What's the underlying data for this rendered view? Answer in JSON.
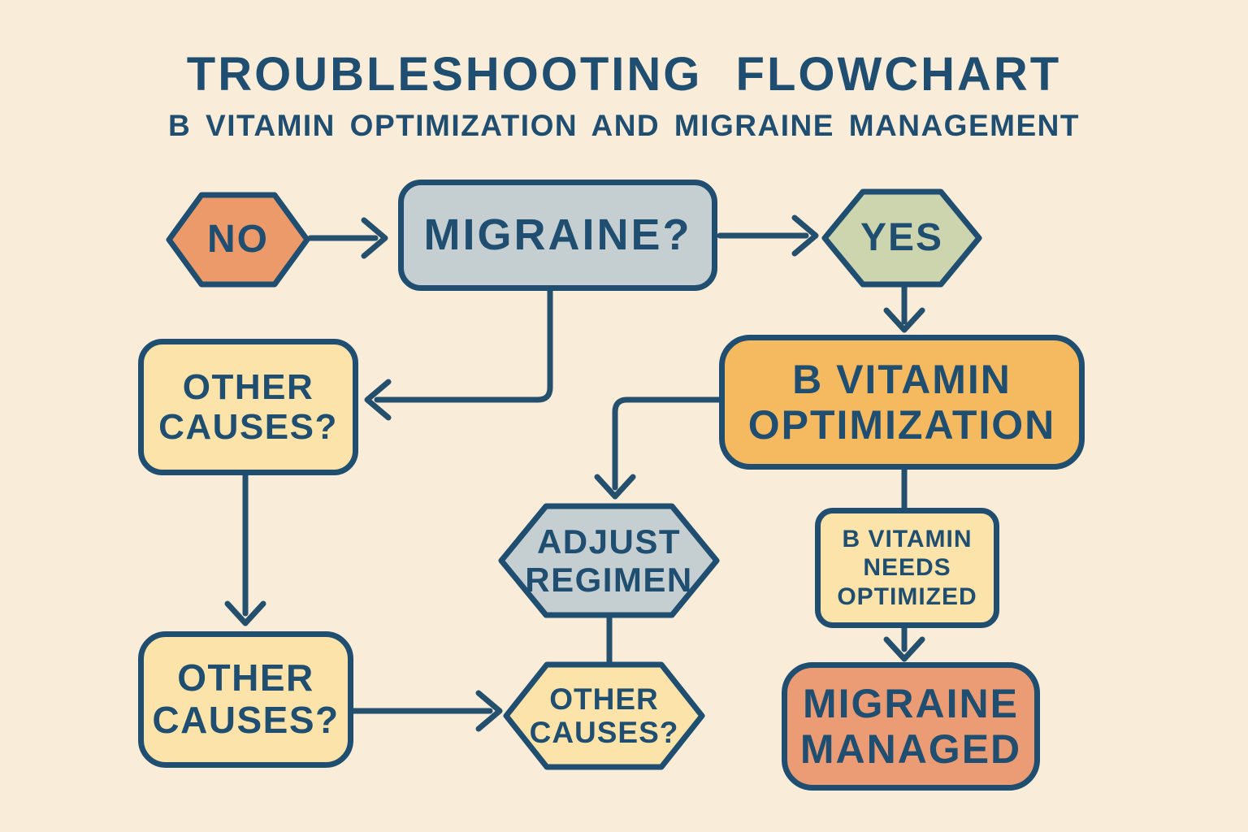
{
  "header": {
    "title": "TROUBLESHOOTING FLOWCHART",
    "subtitle": "B VITAMIN OPTIMIZATION AND MIGRAINE MANAGEMENT"
  },
  "palette": {
    "background": "#f9edda",
    "ink": "#1f4e70",
    "arrow": "#24506e",
    "orange": "#ec9a6a",
    "salmon": "#eb9c74",
    "blue_gray": "#c5cfd2",
    "sage": "#cdd5ae",
    "yellow": "#fbe3a9",
    "amber": "#f5ba60"
  },
  "nodes": {
    "no": {
      "label": "NO",
      "shape": "hexagon",
      "fill": "#ec9a6a"
    },
    "migraine": {
      "label": "MIGRAINE?",
      "shape": "rounded-rect",
      "fill": "#c5cfd2"
    },
    "yes": {
      "label": "YES",
      "shape": "hexagon",
      "fill": "#cdd5ae"
    },
    "other_causes_mid": {
      "label": "OTHER\nCAUSES?",
      "shape": "rounded-rect",
      "fill": "#fbe3a9"
    },
    "b_vitamin_optimization": {
      "label": "B VITAMIN\nOPTIMIZATION",
      "shape": "rounded-rect",
      "fill": "#f5ba60"
    },
    "adjust_regimen": {
      "label": "ADJUST\nREGIMEN",
      "shape": "hexagon",
      "fill": "#c5cfd2"
    },
    "b_vitamin_needs": {
      "label": "B VITAMIN\nNEEDS\nOPTIMIZED",
      "shape": "rounded-rect",
      "fill": "#fbe3a9"
    },
    "other_causes_bottom": {
      "label": "OTHER\nCAUSES?",
      "shape": "rounded-rect",
      "fill": "#fbe3a9"
    },
    "other_causes_hex": {
      "label": "OTHER\nCAUSES?",
      "shape": "hexagon",
      "fill": "#fbe3a9"
    },
    "migraine_managed": {
      "label": "MIGRAINE\nMANAGED",
      "shape": "rounded-rect",
      "fill": "#eb9c74"
    }
  },
  "edges": [
    {
      "from": "no",
      "to": "migraine",
      "arrowhead": true
    },
    {
      "from": "migraine",
      "to": "yes",
      "arrowhead": true
    },
    {
      "from": "yes",
      "to": "b_vitamin_optimization",
      "arrowhead": true
    },
    {
      "from": "migraine",
      "to": "other_causes_mid",
      "arrowhead": true
    },
    {
      "from": "b_vitamin_optimization",
      "to": "adjust_regimen",
      "arrowhead": true
    },
    {
      "from": "b_vitamin_optimization",
      "to": "b_vitamin_needs",
      "arrowhead": false
    },
    {
      "from": "other_causes_mid",
      "to": "other_causes_bottom",
      "arrowhead": true
    },
    {
      "from": "adjust_regimen",
      "to": "other_causes_hex",
      "arrowhead": false
    },
    {
      "from": "other_causes_bottom",
      "to": "other_causes_hex",
      "arrowhead": true
    },
    {
      "from": "b_vitamin_needs",
      "to": "migraine_managed",
      "arrowhead": true
    }
  ]
}
